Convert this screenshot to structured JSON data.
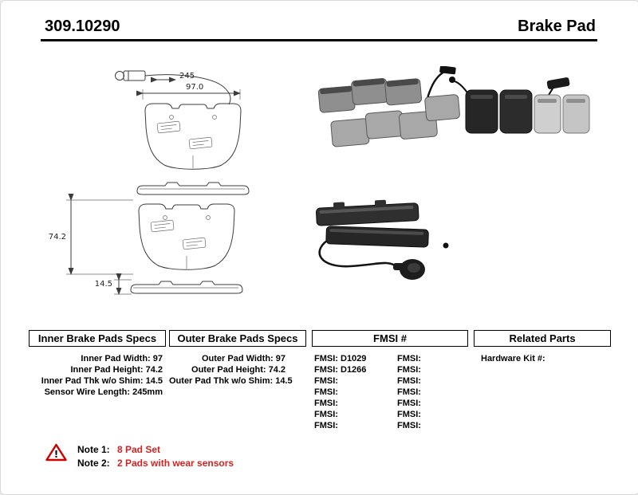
{
  "header": {
    "part_number": "309.10290",
    "title": "Brake Pad"
  },
  "dimensions": {
    "sensor_wire": "245",
    "pad_width": "97.0",
    "pad_height": "74.2",
    "pad_thickness": "14.5"
  },
  "table": {
    "inner": {
      "header": "Inner Brake Pads Specs",
      "rows": [
        "Inner Pad Width: 97",
        "Inner Pad Height: 74.2",
        "Inner Pad Thk w/o Shim: 14.5",
        "Sensor Wire Length: 245mm"
      ]
    },
    "outer": {
      "header": "Outer Brake Pads Specs",
      "rows": [
        "Outer Pad Width: 97",
        "Outer Pad Height: 74.2",
        "Outer Pad Thk w/o Shim: 14.5"
      ]
    },
    "fmsi": {
      "header": "FMSI #",
      "col1": [
        "FMSI: D1029",
        "FMSI: D1266",
        "FMSI:",
        "FMSI:",
        "FMSI:",
        "FMSI:",
        "FMSI:"
      ],
      "col2": [
        "FMSI:",
        "FMSI:",
        "FMSI:",
        "FMSI:",
        "FMSI:",
        "FMSI:",
        "FMSI:"
      ]
    },
    "related": {
      "header": "Related Parts",
      "rows": [
        "Hardware Kit #:"
      ]
    }
  },
  "notes": {
    "note1_label": "Note 1:",
    "note1_text": "8 Pad Set",
    "note2_label": "Note 2:",
    "note2_text": "2 Pads with wear sensors"
  },
  "colors": {
    "note_red": "#d22323",
    "warning_red": "#cc0000"
  }
}
